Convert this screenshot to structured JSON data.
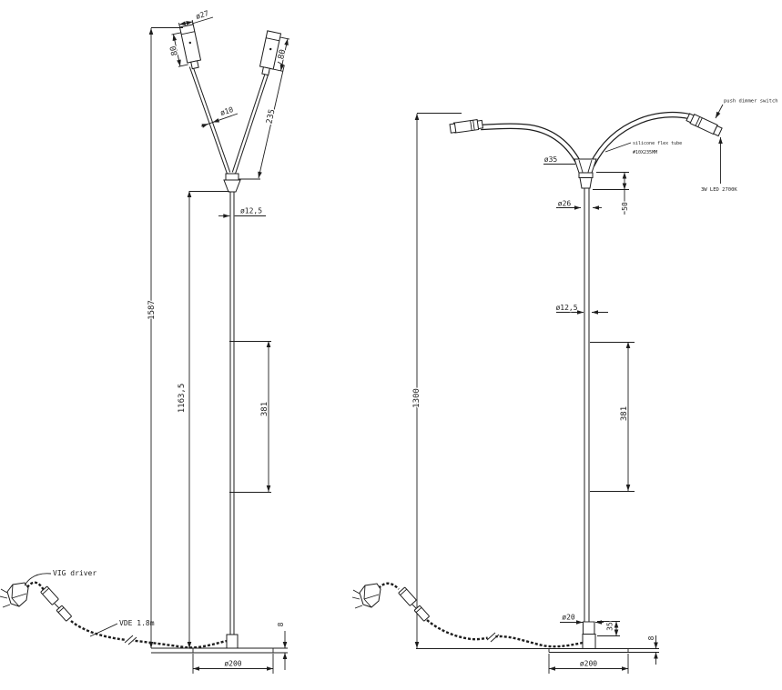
{
  "colors": {
    "line": "#1d1d1d",
    "background": "#ffffff"
  },
  "left_view": {
    "dim_overall_height": "1587",
    "dim_pole_height": "1163,5",
    "dim_pole_section": "381",
    "dim_head_diameter": "ø27",
    "dim_head_length_left": "80",
    "dim_head_length_right": "80",
    "dim_arm_diameter": "ø10",
    "dim_arm_length": "235",
    "dim_pole_diameter": "ø12,5",
    "dim_base_diameter": "ø200",
    "dim_base_thickness": "8",
    "label_driver": "VIG driver",
    "label_cable": "VDE 1.8m"
  },
  "right_view": {
    "dim_overall_height": "1300",
    "dim_pole_section": "381",
    "dim_joint_diameter": "ø35",
    "dim_joint_neck_diameter": "ø26",
    "dim_joint_height": "50",
    "dim_pole_diameter": "ø12,5",
    "dim_foot_diameter": "ø20",
    "dim_foot_height": "35",
    "dim_base_diameter": "ø200",
    "dim_base_thickness": "8",
    "label_switch": "push dimmer switch",
    "label_tube_line1": "silicone flex tube",
    "label_tube_line2": "#10X235MM",
    "label_led": "3W LED 2700K"
  }
}
